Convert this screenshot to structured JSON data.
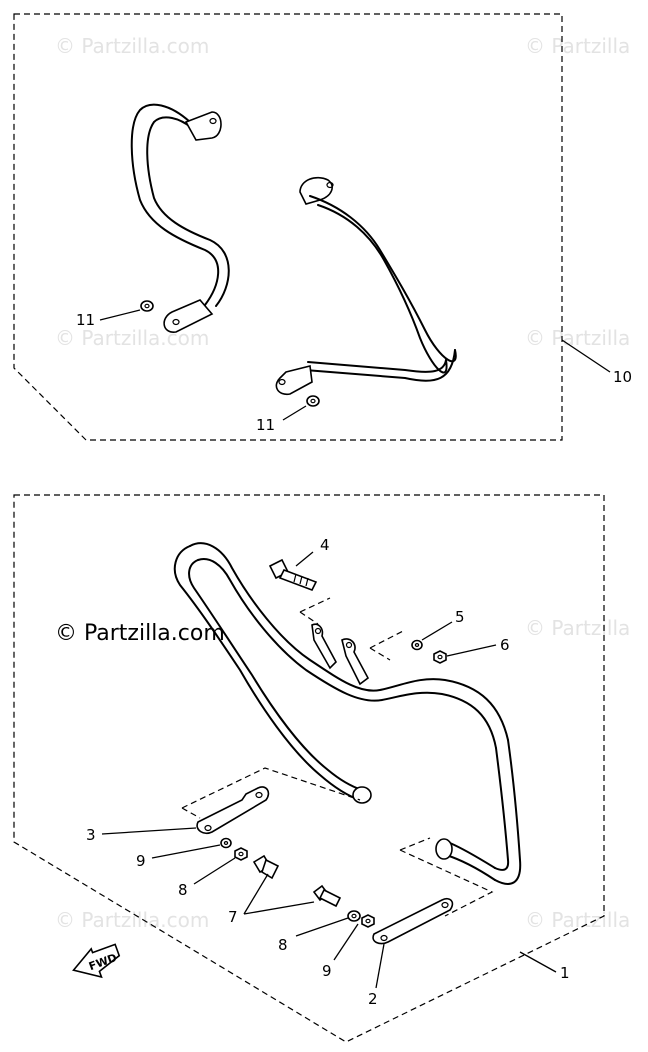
{
  "watermark": {
    "text": "© Partzilla.com",
    "text_clipped": "© Partzilla",
    "color_faint": "#e3e3e3",
    "color_strong": "#000000"
  },
  "callouts": {
    "p1": "1",
    "p2": "2",
    "p3": "3",
    "p4": "4",
    "p5": "5",
    "p6": "6",
    "p7": "7",
    "p8a": "8",
    "p8b": "8",
    "p9a": "9",
    "p9b": "9",
    "p10": "10",
    "p11a": "11",
    "p11b": "11"
  },
  "fwd_label": "FWD"
}
